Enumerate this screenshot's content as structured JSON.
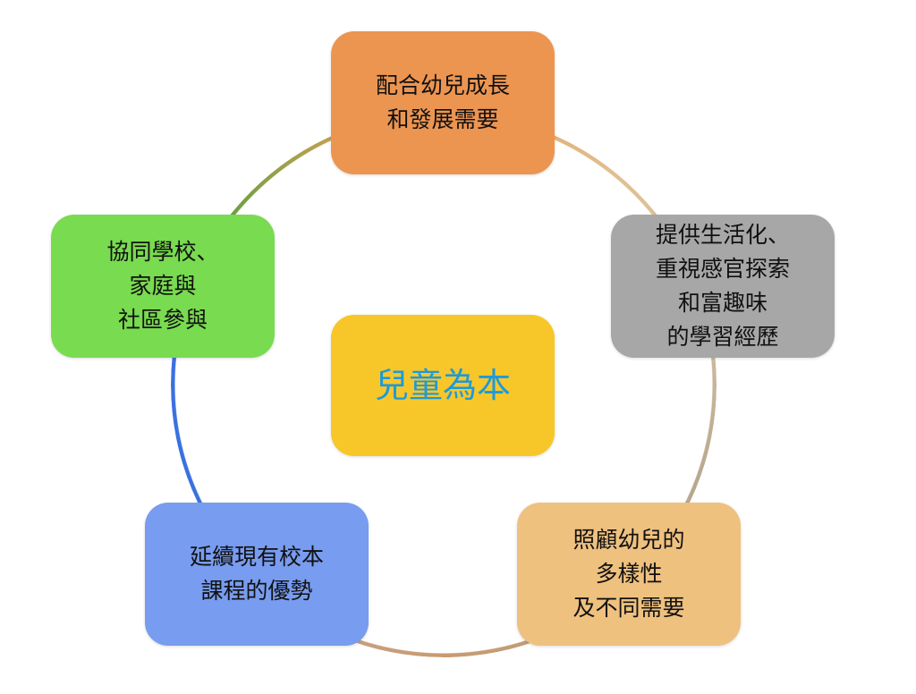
{
  "center": {
    "label": "兒童為本"
  },
  "nodes": {
    "top": "配合幼兒成長\n和發展需要",
    "right": "提供生活化、\n重視感官探索\n和富趣味\n的學習經歷",
    "bottom_right": "照顧幼兒的\n多樣性\n及不同需要",
    "bottom_left": "延續現有校本\n課程的優勢",
    "left": "協同學校、\n家庭與\n社區參與"
  }
}
